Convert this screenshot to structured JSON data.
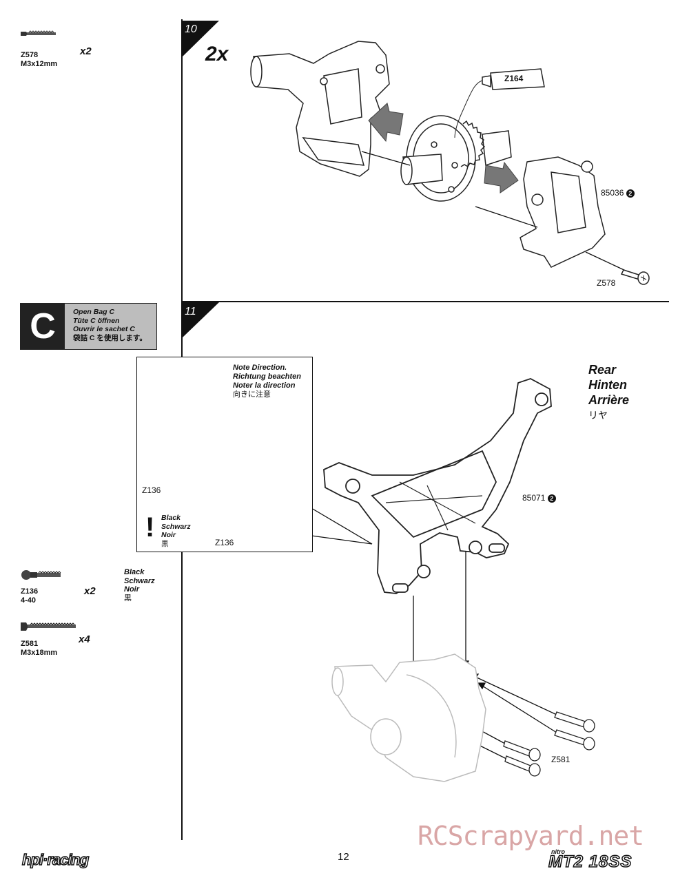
{
  "parts_step10": {
    "screw": {
      "code": "Z578",
      "size": "M3x12mm",
      "qty": "x2"
    }
  },
  "bag": {
    "letter": "C",
    "lines": [
      "Open Bag C",
      "Tüte C öffnen",
      "Ouvrir le sachet C",
      "袋詰 C を使用します。"
    ]
  },
  "parts_step11": {
    "ball_stud": {
      "code": "Z136",
      "size": "4-40",
      "qty": "x2"
    },
    "ball_stud_color": [
      "Black",
      "Schwarz",
      "Noir",
      "黒"
    ],
    "screw": {
      "code": "Z581",
      "size": "M3x18mm",
      "qty": "x4"
    }
  },
  "step10": {
    "number": "10",
    "multiplier": "2x",
    "labels": {
      "grease": "Z164",
      "case": "85036",
      "case_sprue": "2",
      "screw": "Z578"
    }
  },
  "step11": {
    "number": "11",
    "note": {
      "title": "Note Direction.",
      "lines": [
        "Richtung beachten",
        "Noter la direction",
        "向きに注意"
      ],
      "z136_a": "Z136",
      "z136_b": "Z136",
      "color": [
        "Black",
        "Schwarz",
        "Noir",
        "黒"
      ],
      "warning": "!"
    },
    "rear": [
      "Rear",
      "Hinten",
      "Arrière",
      "リヤ"
    ],
    "part": "85071",
    "part_sprue": "2",
    "screw": "Z581"
  },
  "footer": {
    "page": "12",
    "brand": "hpi·racing",
    "model_prefix": "nitro",
    "model": "MT2 18SS",
    "watermark": "RCScrapyard.net"
  }
}
